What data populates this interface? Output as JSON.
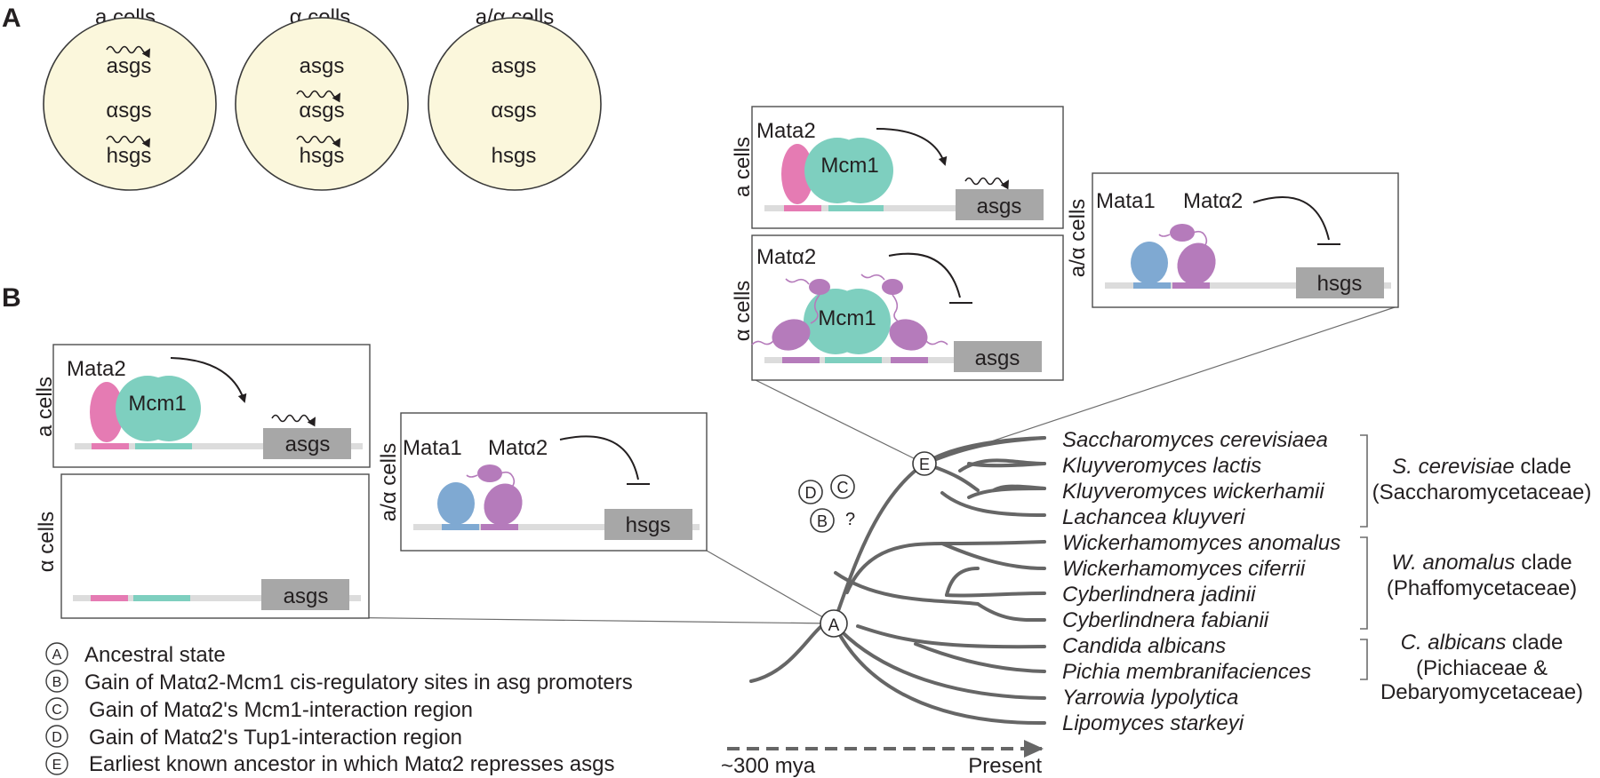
{
  "panels": {
    "a": "A",
    "b": "B"
  },
  "cell_states": [
    {
      "title": "a cells",
      "genes": [
        "asgs",
        "αsgs",
        "hsgs"
      ],
      "expressed": [
        true,
        false,
        true
      ]
    },
    {
      "title": "α  cells",
      "genes": [
        "asgs",
        "αsgs",
        "hsgs"
      ],
      "expressed": [
        false,
        true,
        true
      ]
    },
    {
      "title": "a/α cells",
      "genes": [
        "asgs",
        "αsgs",
        "hsgs"
      ],
      "expressed": [
        false,
        false,
        false
      ]
    }
  ],
  "colors": {
    "cell_fill": "#fbf7dc",
    "mata2": "#e57bb3",
    "mcm1": "#7ecfbf",
    "matalpha2": "#b57bbb",
    "mata1": "#7fa9d2",
    "gene_box": "#a7a7a7",
    "dna": "#dcdcdc",
    "tree": "#666666"
  },
  "boxes": {
    "top_a": {
      "side": "a cells",
      "protein1": "Mata2",
      "protein2": "Mcm1",
      "gene": "asgs"
    },
    "top_alpha": {
      "side": "α cells",
      "protein1": "Matα2",
      "protein2": "Mcm1",
      "gene": "asgs"
    },
    "top_aalpha": {
      "side": "a/α cells",
      "protein1": "Mata1",
      "protein2": "Matα2",
      "gene": "hsgs"
    },
    "left_a": {
      "side": "a cells",
      "protein1": "Mata2",
      "protein2": "Mcm1",
      "gene": "asgs"
    },
    "left_alpha": {
      "side": "α cells",
      "gene": "asgs"
    },
    "mid_aalpha": {
      "side": "a/α cells",
      "protein1": "Mata1",
      "protein2": "Matα2",
      "gene": "hsgs"
    }
  },
  "tree": {
    "node_labels": [
      "A",
      "B",
      "C",
      "D",
      "E"
    ],
    "question_mark": "?",
    "species": [
      "Saccharomyces cerevisiaea",
      "Kluyveromyces lactis",
      "Kluyveromyces wickerhamii",
      "Lachancea kluyveri",
      "Wickerhamomyces anomalus",
      "Wickerhamomyces ciferrii",
      "Cyberlindnera jadinii",
      "Cyberlindnera fabianii",
      "Candida albicans",
      "Pichia membranifaciences",
      "Yarrowia lypolytica",
      "Lipomyces starkeyi"
    ],
    "clades": [
      {
        "name_italic": "S. cerevisiae",
        "name_rest": " clade",
        "family": "(Saccharomycetaceae)"
      },
      {
        "name_italic": "W. anomalus",
        "name_rest": " clade",
        "family": "(Phaffomycetaceae)"
      },
      {
        "name_italic": "C. albicans",
        "name_rest": " clade",
        "family": "(Pichiaceae &",
        "family2": "Debaryomycetaceae)"
      }
    ],
    "timeline_start": "~300 mya",
    "timeline_end": "Present"
  },
  "legend": [
    {
      "key": "A",
      "text": "Ancestral state"
    },
    {
      "key": "B",
      "text": "Gain of Matα2-Mcm1 cis-regulatory sites in asg promoters"
    },
    {
      "key": "C",
      "text": "Gain of Matα2's Mcm1-interaction region"
    },
    {
      "key": "D",
      "text": "Gain of Matα2's Tup1-interaction region"
    },
    {
      "key": "E",
      "text": "Earliest known ancestor in which Matα2 represses asgs"
    }
  ]
}
